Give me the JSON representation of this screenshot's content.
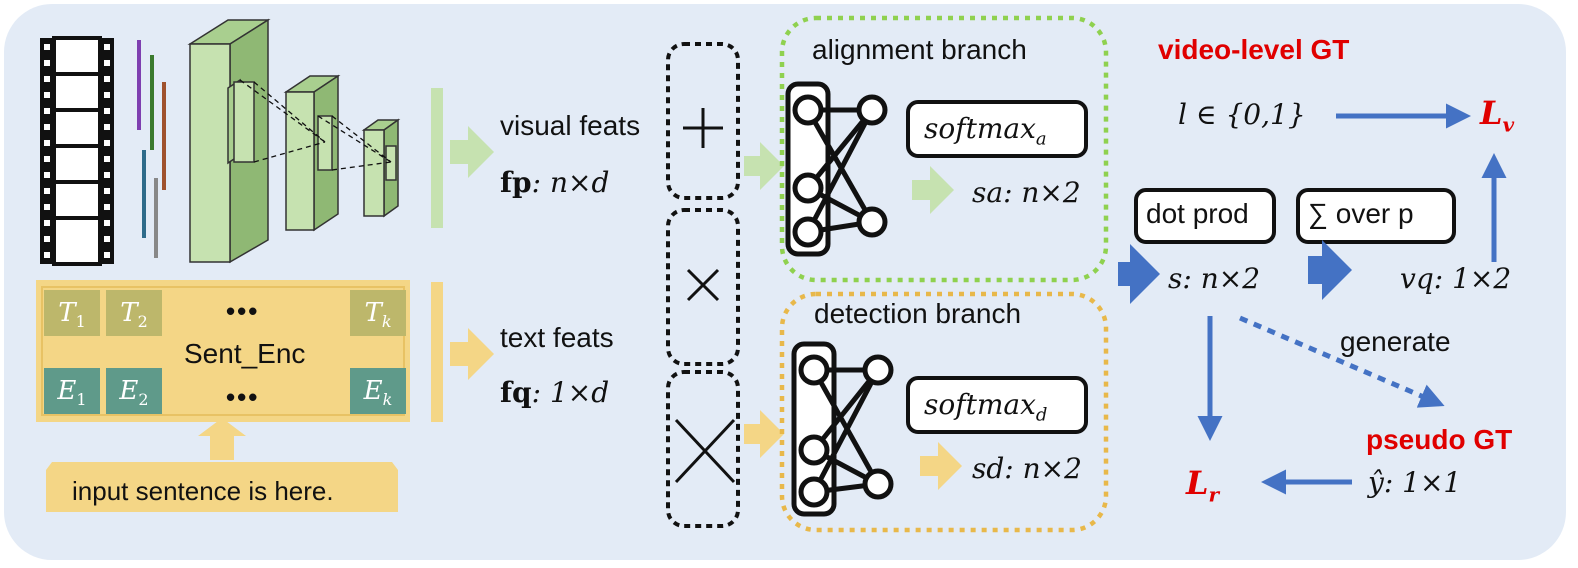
{
  "colors": {
    "panel": "#e3ebf6",
    "cnn_green": "#c6e2b0",
    "text_yellow": "#f4d686",
    "token_olive": "#bdb76b",
    "token_teal": "#5f9a8a",
    "alignment_border": "#8fd14f",
    "detection_border": "#e8b84a",
    "arrow_blue": "#4472c4",
    "highlight_red": "#e00000"
  },
  "icons": [
    "film-strip-icon",
    "plus-icon",
    "multiply-icon",
    "neural-net-icon"
  ],
  "visual": {
    "label": "visual feats",
    "feat_sym": "fp",
    "feat_dim": ": n×d"
  },
  "text": {
    "label": "text feats",
    "feat_sym": "fq",
    "feat_dim": ": 1×d"
  },
  "encoder": {
    "name": "Sent_Enc",
    "dots_top": "•••",
    "dots_bottom": "•••",
    "t_tokens": [
      {
        "base": "T",
        "sub": "1"
      },
      {
        "base": "T",
        "sub": "2"
      },
      {
        "base": "T",
        "sub": "k"
      }
    ],
    "e_tokens": [
      {
        "base": "E",
        "sub": "1"
      },
      {
        "base": "E",
        "sub": "2"
      },
      {
        "base": "E",
        "sub": "k"
      }
    ],
    "input": "input sentence is here."
  },
  "alignment": {
    "title": "alignment branch",
    "softmax": "softmax",
    "softmax_sub": "a",
    "output": "sa: n×2"
  },
  "detection": {
    "title": "detection branch",
    "softmax": "softmax",
    "softmax_sub": "d",
    "output": "sd: n×2"
  },
  "right": {
    "video_gt": "video-level GT",
    "label_set": "l ∈ {0,1}",
    "lv_base": "L",
    "lv_sub": "v",
    "dot_prod": "dot prod",
    "sum_over": "∑ over p",
    "s_dim": "s: n×2",
    "vq_dim": "vq: 1×2",
    "generate": "generate",
    "pseudo_gt": "pseudo GT",
    "yhat_dim": "ŷ: 1×1",
    "lr_base": "L",
    "lr_sub": "r"
  }
}
